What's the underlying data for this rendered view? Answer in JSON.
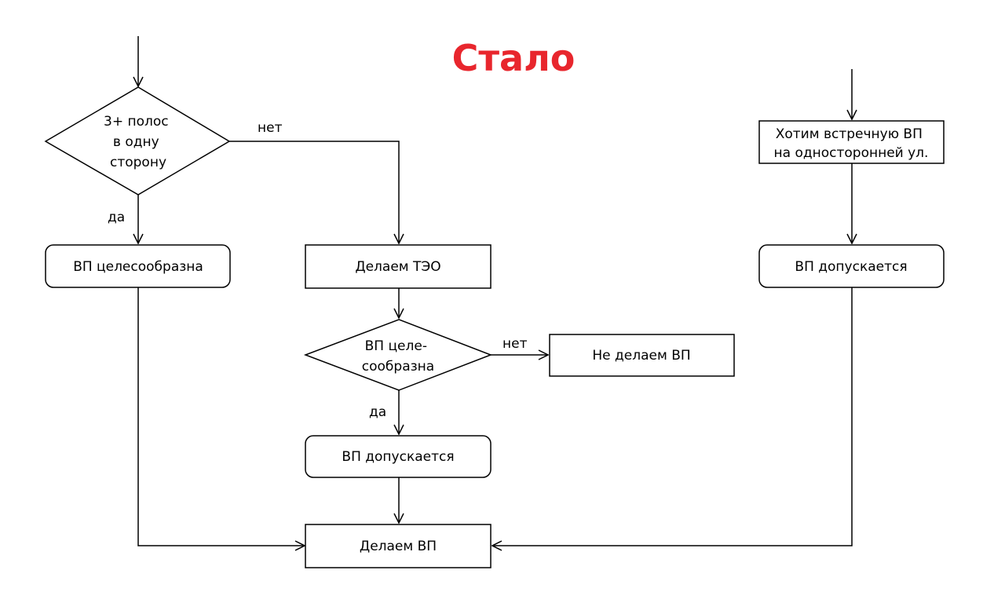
{
  "title": "Стало",
  "colors": {
    "title": "#e8262d",
    "stroke": "#000000",
    "fill": "#ffffff",
    "text": "#000000"
  },
  "nodes": {
    "lanes_decision": {
      "lines": [
        "3+ полос",
        "в одну",
        "сторону"
      ]
    },
    "crossing_expedient": {
      "lines": [
        "ВП целесообразна"
      ]
    },
    "feasibility_study": {
      "lines": [
        "Делаем ТЭО"
      ]
    },
    "expedient_decision": {
      "lines": [
        "ВП целе-",
        "сообразна"
      ]
    },
    "not_doing": {
      "lines": [
        "Не делаем ВП"
      ]
    },
    "allowed_mid": {
      "lines": [
        "ВП допускается"
      ]
    },
    "make_crossing": {
      "lines": [
        "Делаем ВП"
      ]
    },
    "oneway_request": {
      "lines": [
        "Хотим встречную ВП",
        "на односторонней ул."
      ]
    },
    "allowed_right": {
      "lines": [
        "ВП допускается"
      ]
    }
  },
  "edges": {
    "lanes_no": "нет",
    "lanes_yes": "да",
    "expedient_no": "нет",
    "expedient_yes": "да"
  }
}
